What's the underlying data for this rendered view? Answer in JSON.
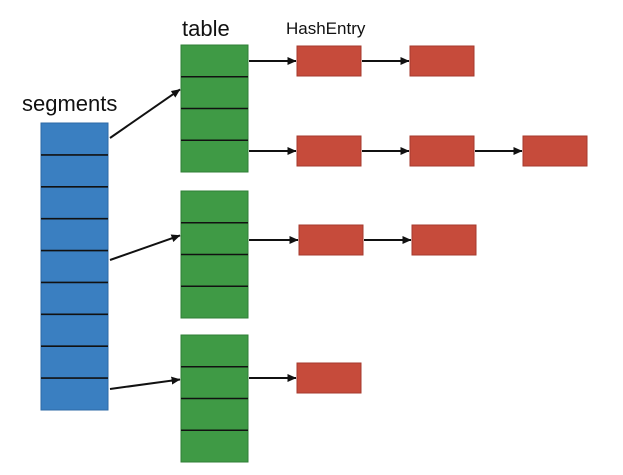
{
  "labels": {
    "segments": "segments",
    "table": "table",
    "hash_entry": "HashEntry"
  },
  "colors": {
    "segment_fill": "#3a7fc1",
    "segment_stroke": "#2c6aa6",
    "table_fill": "#3f9a45",
    "table_stroke": "#2f7f36",
    "entry_fill": "#c64b3b",
    "entry_stroke": "#a63a2d",
    "divider": "#111111",
    "arrow": "#111111"
  },
  "segments": {
    "slot_count": 9
  },
  "tables": [
    {
      "slot_count": 4,
      "chains": [
        2,
        3
      ]
    },
    {
      "slot_count": 4,
      "chains": [
        2
      ]
    },
    {
      "slot_count": 4,
      "chains": [
        1
      ]
    }
  ]
}
